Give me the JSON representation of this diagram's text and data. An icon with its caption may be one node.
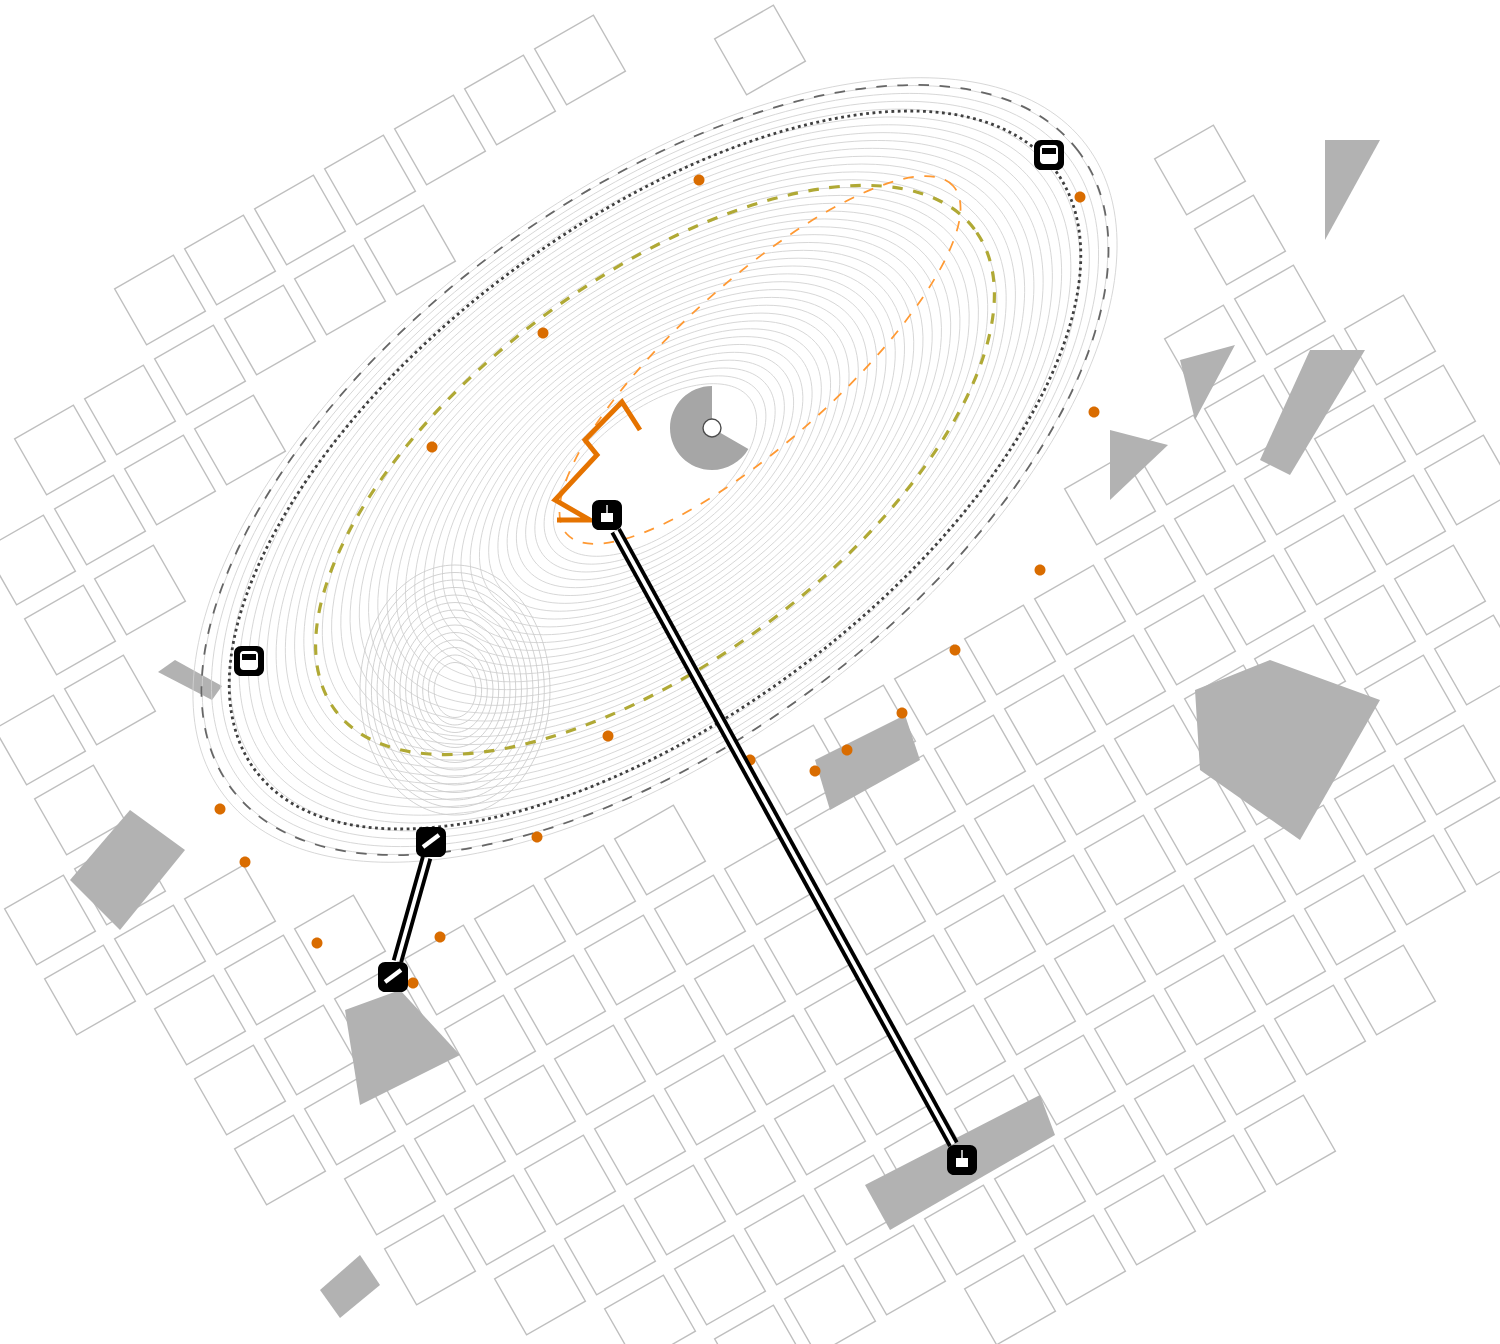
{
  "diagram": {
    "nodes": [
      {
        "text": [],
        "shape": "box"
      },
      {
        "text": [],
        "shape": "box"
      },
      {
        "text": [],
        "shape": "box"
      },
      {
        "text": [],
        "shape": "box"
      }
    ],
    "edges": [
      {
        "from": 0,
        "to": 1,
        "arrow": "none"
      },
      {
        "from": 2,
        "to": 3,
        "arrow": "none"
      }
    ]
  }
}
